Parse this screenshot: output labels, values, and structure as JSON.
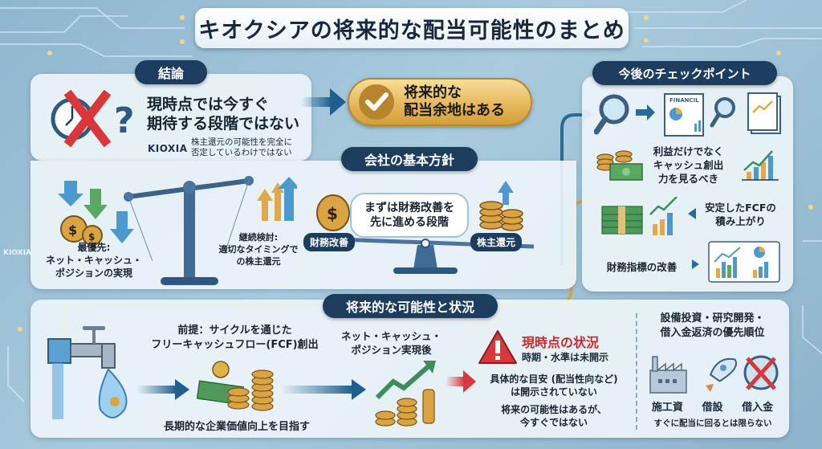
{
  "title": "キオクシアの将来的な配当可能性のまとめ",
  "conclusion": {
    "heading": "結論",
    "main_text_line1": "現時点では今すぐ",
    "main_text_line2": "期待する段階ではない",
    "brand": "KIOXIA",
    "note_line1": "株主還元の可能性を完全に",
    "note_line2": "否定しているわけではない",
    "icons": [
      "clock-icon",
      "red-x-icon",
      "question-mark-icon"
    ]
  },
  "outcome": {
    "line1": "将来的な",
    "line2": "配当余地はある",
    "icon": "check-icon"
  },
  "policy": {
    "heading": "会社の基本方針",
    "left_scale": {
      "priority_label": "最優先:",
      "priority_line2": "ネット・キャッシュ・",
      "priority_line3": "ポジションの実現",
      "continue_label": "継続検討:",
      "continue_line2": "適切なタイミングで",
      "continue_line3": "の株主還元"
    },
    "seesaw": {
      "bubble_line1": "まずは財務改善を",
      "bubble_line2": "先に進める段階",
      "left_tag": "財務改善",
      "right_tag": "株主還元"
    },
    "side_brand": "KIOXIA"
  },
  "checkpoints": {
    "heading": "今後のチェックポイント",
    "doc_label": "FINANCIL",
    "item1_line1": "利益だけでなく",
    "item1_line2": "キャッシュ創出",
    "item1_line3": "力を見るべき",
    "item2_line1": "安定したFCFの",
    "item2_line2": "積み上がり",
    "item3": "財務指標の改善"
  },
  "future": {
    "heading": "将来的な可能性と状況",
    "premise_line1": "前提：サイクルを通じた",
    "premise_line2": "フリーキャッシュフロー(FCF)創出",
    "goal": "長期的な企業価値向上を目指す",
    "after_line1": "ネット・キャッシュ・",
    "after_line2": "ポジション実現後",
    "status_title": "現時点の状況",
    "status_sub": "時期・水準は未開示",
    "status_line1": "具体的な目安 (配当性向など)",
    "status_line2": "は開示されていない",
    "status_line3": "将来の可能性はあるが、",
    "status_line4": "今すぐではない"
  },
  "priorities": {
    "line1": "設備投資・研究開発・",
    "line2": "借入金返済の優先順位",
    "labels": [
      "施工資",
      "借設",
      "借入金"
    ],
    "footer": "すぐに配当に回るとは限らない"
  },
  "colors": {
    "navy": "#1d3d5e",
    "gold": "#e4b556",
    "red": "#c8282c",
    "background": "#a9cbdd"
  }
}
